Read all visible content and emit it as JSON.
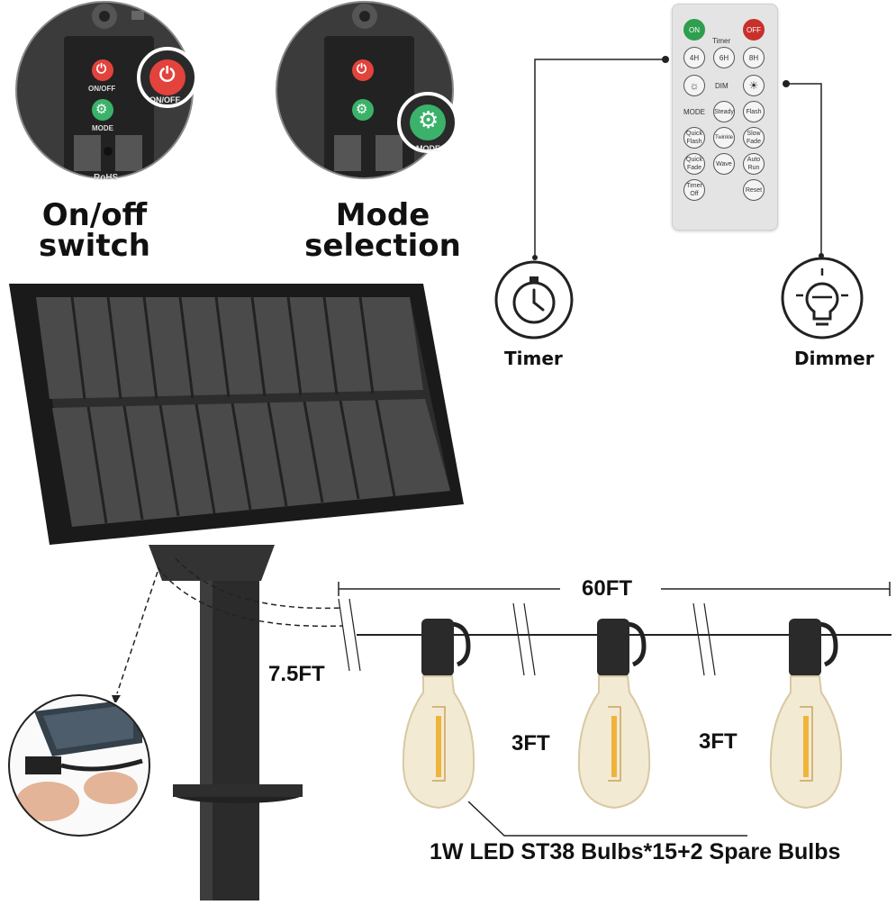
{
  "features": {
    "onoff_label": "On/off\nswitch",
    "mode_label": "Mode\nselection",
    "panel_onoff_text": "ON/OFF",
    "panel_mode_text": "MODE",
    "panel_mag_onoff_text": "ON/OFF",
    "panel_mag_mode_text": "MODE",
    "panel_rohs_text": "RoHS"
  },
  "remote": {
    "on": "ON",
    "off": "OFF",
    "timer_title": "Timer",
    "timer_4h": "4H",
    "timer_6h": "6H",
    "timer_8h": "8H",
    "dim": "DIM",
    "mode": "MODE",
    "steady": "Steady",
    "flash": "Flash",
    "quick_flash": "Quick Flash",
    "twinkle": "Twinkle",
    "slow_fade": "Slow Fade",
    "quick_fade": "Quick Fade",
    "wave": "Wave",
    "auto_run": "Auto Run",
    "timer_off": "Timer Off",
    "reset": "Reset",
    "on_color": "#2e9e4f",
    "off_color": "#c9302c"
  },
  "icons": {
    "timer_label": "Timer",
    "dimmer_label": "Dimmer"
  },
  "dimensions": {
    "total_length": "60FT",
    "lead_length": "7.5FT",
    "spacing_1": "3FT",
    "spacing_2": "3FT"
  },
  "bulbs": {
    "description": "1W LED ST38 Bulbs*15+2 Spare Bulbs"
  }
}
